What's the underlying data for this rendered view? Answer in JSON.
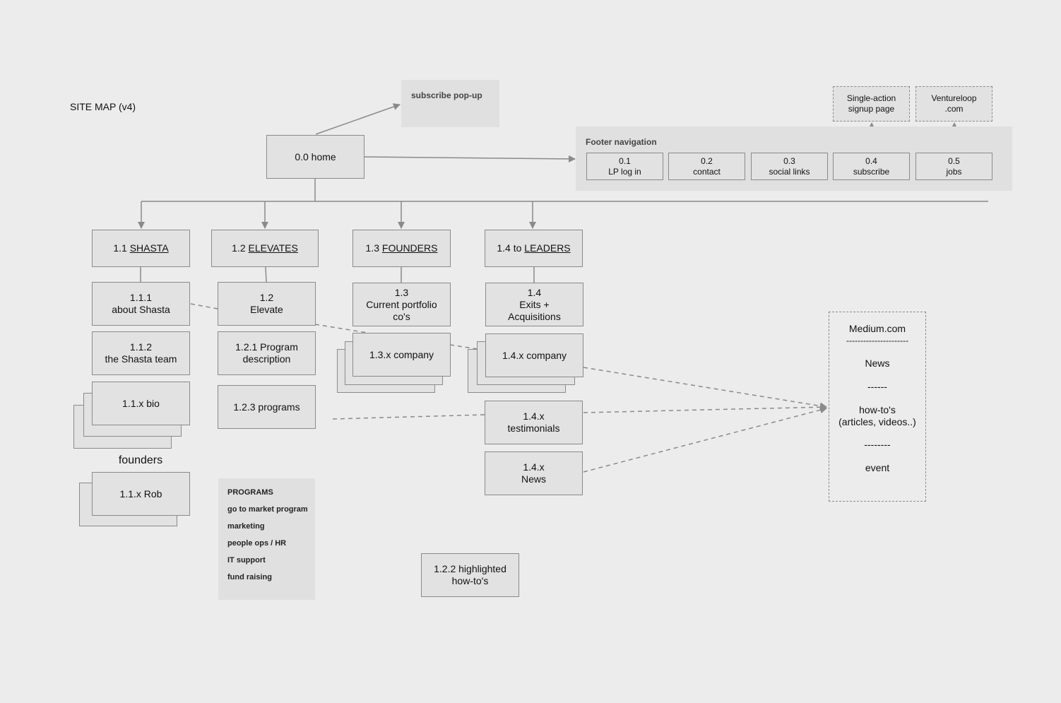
{
  "title": "SITE MAP (v4)",
  "popup": {
    "label": "subscribe pop-up"
  },
  "home": "0.0  home",
  "footer": {
    "title": "Footer navigation",
    "items": [
      "0.1\nLP log in",
      "0.2\ncontact",
      "0.3\nsocial links",
      "0.4\nsubscribe",
      "0.5\njobs"
    ],
    "external": [
      "Single-action\nsignup page",
      "Ventureloop\n.com"
    ]
  },
  "sections": [
    {
      "prefix": "1.1 ",
      "name": "SHASTA"
    },
    {
      "prefix": "1.2 ",
      "name": "ELEVATES"
    },
    {
      "prefix": "1.3 ",
      "name": "FOUNDERS"
    },
    {
      "prefix": "1.4 to ",
      "name": "LEADERS"
    }
  ],
  "shasta": {
    "about": "1.1.1\nabout Shasta",
    "team": "1.1.2\nthe Shasta team",
    "bio": "1.1.x  bio",
    "founders_label": "founders",
    "rob": "1.1.x  Rob"
  },
  "elevate": {
    "main": "1.2\nElevate",
    "program_desc": "1.2.1 Program\ndescription",
    "programs": "1.2.3 programs",
    "highlighted": "1.2.2  highlighted\nhow-to's"
  },
  "programs_list": {
    "heading": "PROGRAMS",
    "items": [
      "go to market program",
      "marketing",
      "people ops / HR",
      "IT support",
      "fund raising"
    ]
  },
  "founders": {
    "portfolio": "1.3\nCurrent portfolio\nco's",
    "company": "1.3.x  company"
  },
  "leaders": {
    "exits": "1.4\nExits +\nAcquisitions",
    "company": "1.4.x  company",
    "testimonials": "1.4.x\ntestimonials",
    "news": "1.4.x\nNews"
  },
  "medium": {
    "title": "Medium.com",
    "sep1": "----------------------",
    "news": "News",
    "sep2": "------",
    "howtos": "how-to's\n(articles, videos..)",
    "sep3": "--------",
    "event": "event"
  }
}
